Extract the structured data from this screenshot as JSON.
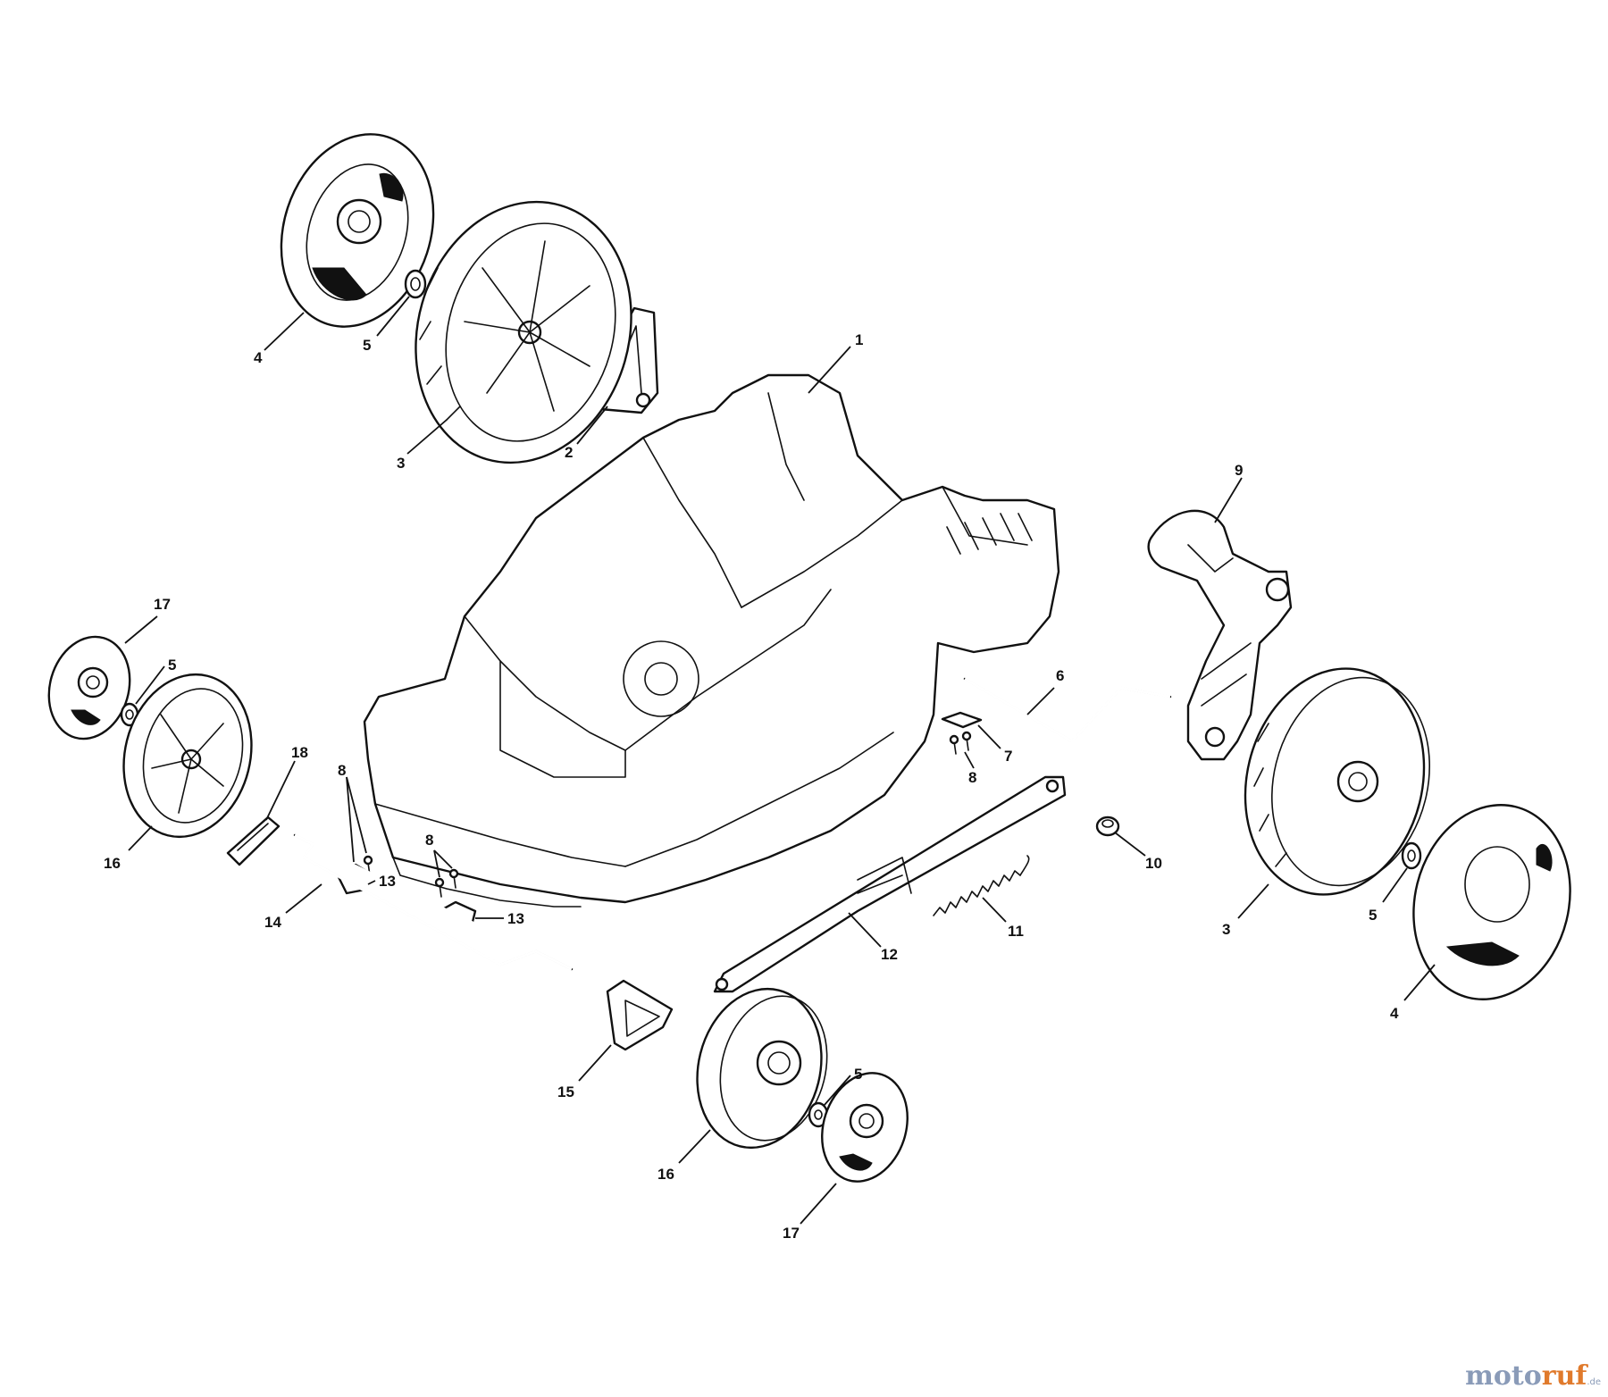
{
  "callouts": [
    {
      "id": "c1",
      "label": "1"
    },
    {
      "id": "c2",
      "label": "2"
    },
    {
      "id": "c3a",
      "label": "3"
    },
    {
      "id": "c3b",
      "label": "3"
    },
    {
      "id": "c4a",
      "label": "4"
    },
    {
      "id": "c4b",
      "label": "4"
    },
    {
      "id": "c5a",
      "label": "5"
    },
    {
      "id": "c5b",
      "label": "5"
    },
    {
      "id": "c5c",
      "label": "5"
    },
    {
      "id": "c5d",
      "label": "5"
    },
    {
      "id": "c6",
      "label": "6"
    },
    {
      "id": "c7",
      "label": "7"
    },
    {
      "id": "c8a",
      "label": "8"
    },
    {
      "id": "c8b",
      "label": "8"
    },
    {
      "id": "c8c",
      "label": "8"
    },
    {
      "id": "c9",
      "label": "9"
    },
    {
      "id": "c10",
      "label": "10"
    },
    {
      "id": "c11",
      "label": "11"
    },
    {
      "id": "c12",
      "label": "12"
    },
    {
      "id": "c13a",
      "label": "13"
    },
    {
      "id": "c13b",
      "label": "13"
    },
    {
      "id": "c14",
      "label": "14"
    },
    {
      "id": "c15",
      "label": "15"
    },
    {
      "id": "c16a",
      "label": "16"
    },
    {
      "id": "c16b",
      "label": "16"
    },
    {
      "id": "c17a",
      "label": "17"
    },
    {
      "id": "c17b",
      "label": "17"
    },
    {
      "id": "c18",
      "label": "18"
    }
  ],
  "watermark": {
    "part1": "moto",
    "part2": "ruf",
    "part3": ".de"
  },
  "colors": {
    "line": "#111111",
    "watermark_blue": "#8a9bb8",
    "watermark_orange": "#e07a2c"
  }
}
